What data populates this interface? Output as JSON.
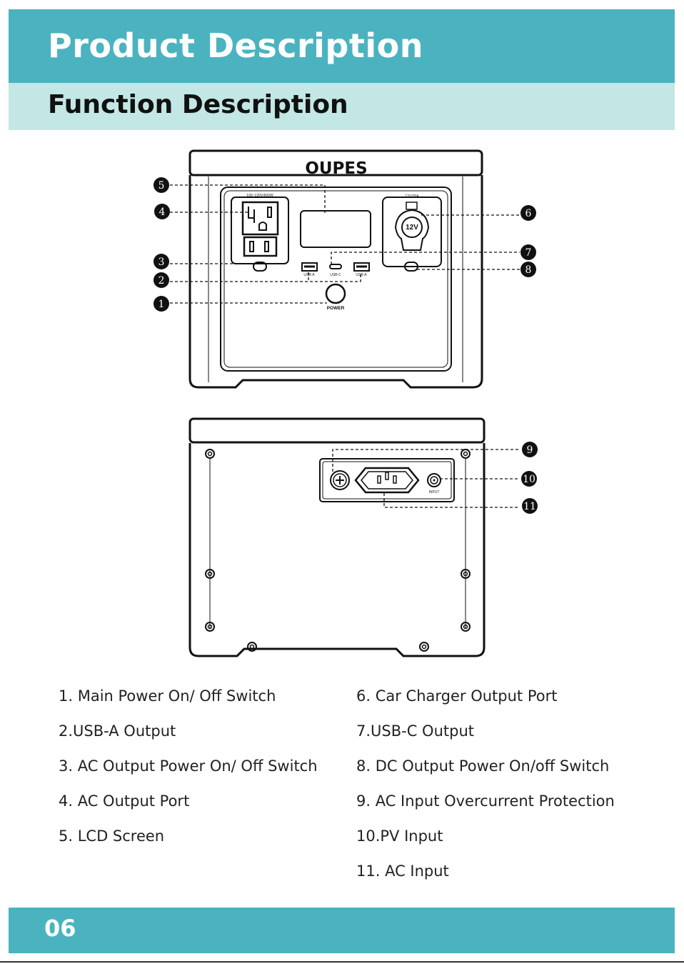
{
  "header": {
    "title": "Product Description"
  },
  "section": {
    "title": "Function Description"
  },
  "figure": {
    "brand": "OUPES",
    "labels": {
      "ac_rating": "100~120V/600W",
      "dc_rating": "12V/30A",
      "car_port": "12V",
      "usb_a": "USB-A",
      "usb_c": "USB-C",
      "power": "POWER",
      "input": "INPUT"
    },
    "callouts": [
      "1",
      "2",
      "3",
      "4",
      "5",
      "6",
      "7",
      "8",
      "9",
      "10",
      "11"
    ]
  },
  "legend": {
    "left": [
      "1. Main Power On/ Off Switch",
      "2.USB-A Output",
      "3. AC Output Power On/ Off Switch",
      "4. AC Output Port",
      "5. LCD Screen"
    ],
    "right": [
      "6. Car Charger Output Port",
      "7.USB-C Output",
      "8. DC Output Power On/off Switch",
      "9. AC Input Overcurrent Protection",
      "10.PV Input",
      "11. AC Input"
    ]
  },
  "footer": {
    "page_number": "06"
  }
}
